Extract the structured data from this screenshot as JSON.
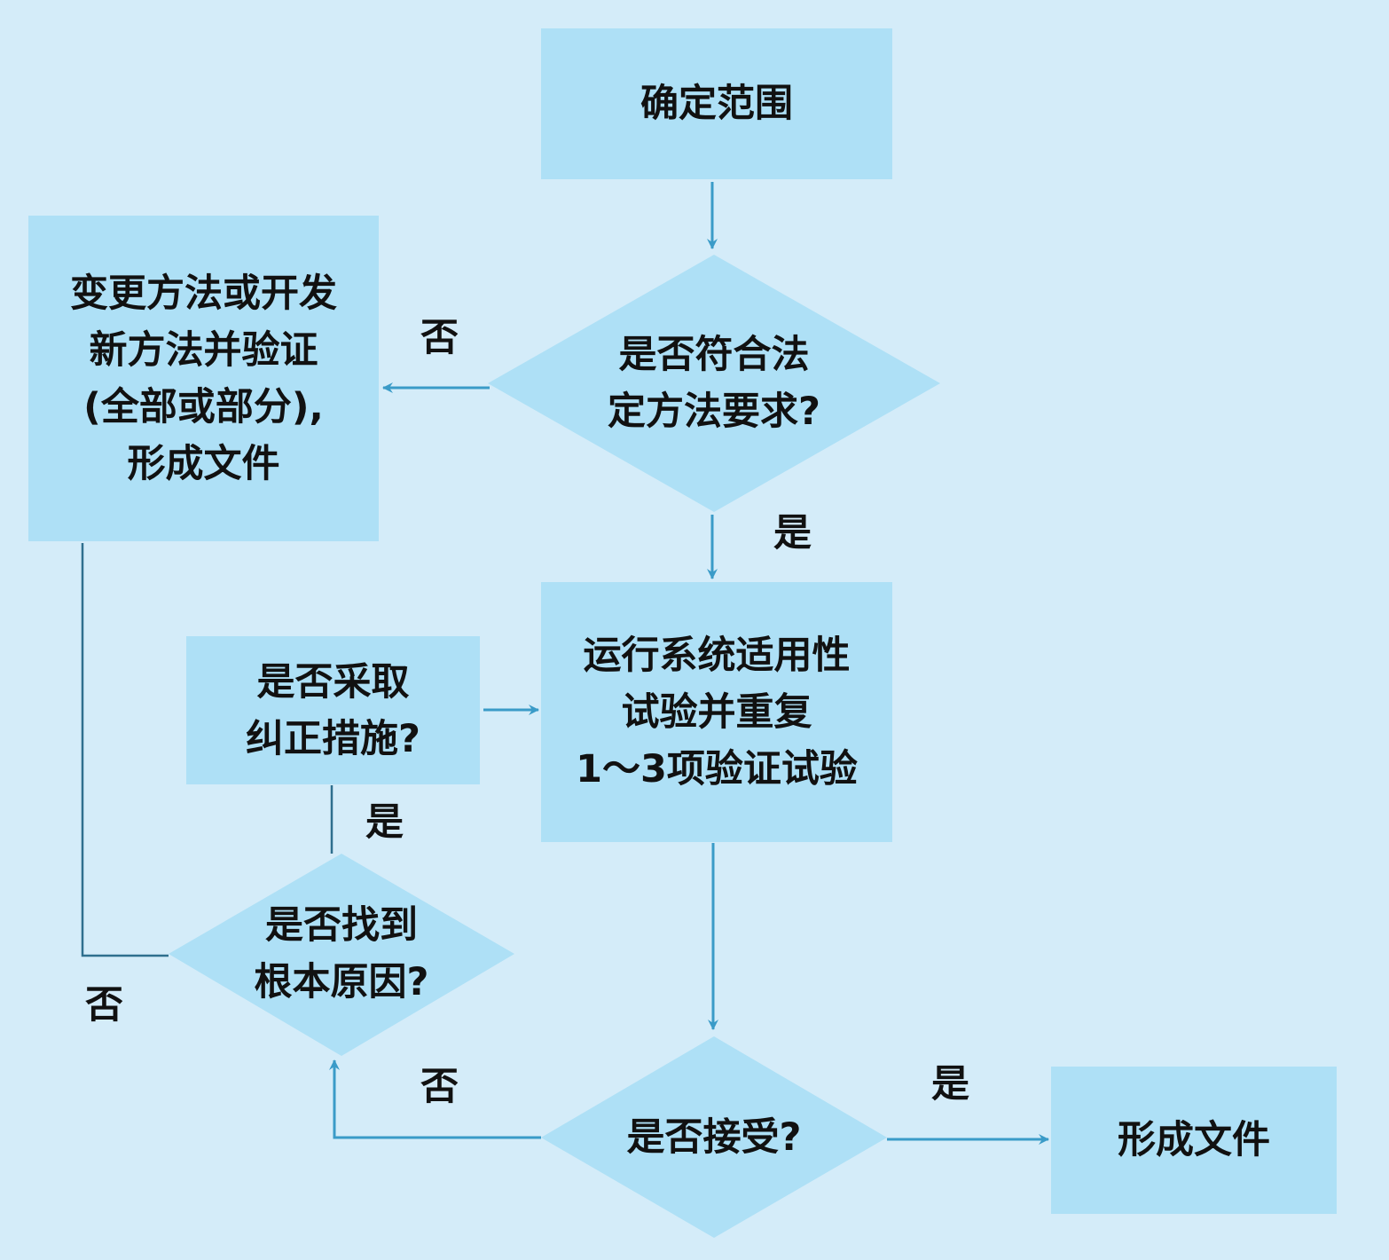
{
  "colors": {
    "background": "#d4ecf9",
    "node_fill": "#aee0f6",
    "arrow": "#3a9bc8",
    "line": "#2f6f8e"
  },
  "nodes": {
    "scope": "确定范围",
    "legal_check": "是否符合法\n定方法要求?",
    "change_method": "变更方法或开发\n新方法并验证\n(全部或部分),\n形成文件",
    "run_test": "运行系统适用性\n试验并重复\n1～3项验证试验",
    "corrective": "是否采取\n纠正措施?",
    "root_cause": "是否找到\n根本原因?",
    "accept": "是否接受?",
    "document": "形成文件"
  },
  "edge_labels": {
    "legal_no": "否",
    "legal_yes": "是",
    "corrective_yes": "是",
    "root_no": "否",
    "accept_no": "否",
    "accept_yes": "是"
  }
}
